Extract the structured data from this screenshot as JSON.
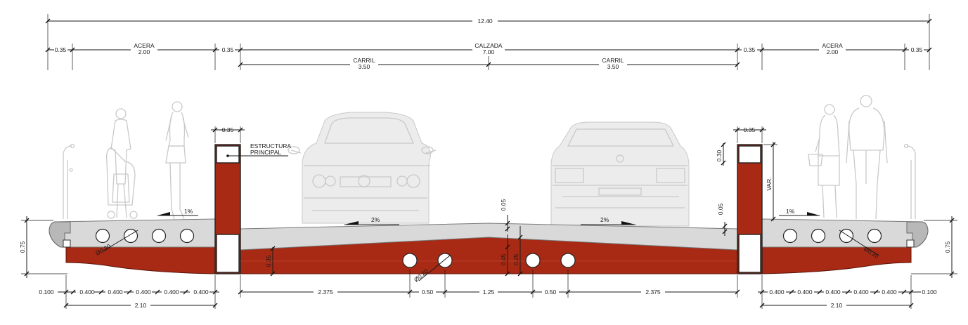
{
  "dimensions": {
    "total": "12.40",
    "left_margin": "0.35",
    "left_sidewalk_label": "ACERA",
    "left_sidewalk_width": "2.00",
    "left_wall": "0.35",
    "roadway_label": "CALZADA",
    "roadway_width": "7.00",
    "right_wall": "0.35",
    "right_sidewalk_label": "ACERA",
    "right_sidewalk_width": "2.00",
    "right_margin": "0.35",
    "lane_left_label": "CARRIL",
    "lane_left_width": "3.50",
    "lane_right_label": "CARRIL",
    "lane_right_width": "3.50",
    "left_beam_width": "0.35",
    "right_beam_width": "0.35",
    "right_beam_top": "0.30",
    "right_beam_var": "VAR.",
    "crown_left": "0.05",
    "crown_right": "0.05",
    "height_left": "0.75",
    "height_right": "0.75",
    "slab_thick": "0.35",
    "center_a": "0.45",
    "center_b": "0.25"
  },
  "annotations": {
    "structure_line1": "ESTRUCTURA",
    "structure_line2": "PRINCIPAL",
    "slope_left_sidewalk": "1%",
    "slope_left_lane": "2%",
    "slope_right_lane": "2%",
    "slope_right_sidewalk": "1%",
    "diam_left": "Ø0.20",
    "diam_center": "Ø0.20",
    "diam_right": "Ø0.20"
  },
  "bottom_left": {
    "edge": "0.100",
    "spacings": [
      "0.400",
      "0.400",
      "0.400",
      "0.400",
      "0.400"
    ],
    "total": "2.10"
  },
  "bottom_center": {
    "spacings": [
      "2.375",
      "0.50",
      "1.25",
      "0.50",
      "2.375"
    ]
  },
  "bottom_right": {
    "spacings": [
      "0.400",
      "0.400",
      "0.400",
      "0.400",
      "0.400"
    ],
    "edge": "0.100",
    "total": "2.10"
  },
  "colors": {
    "concrete_structure": "#a82a14",
    "deck_surface": "#d9d9d9",
    "figures": "#c9c9c9"
  },
  "figures": [
    "pedestrian-with-stroller-icon",
    "pedestrian-woman-icon",
    "car-front-view-icon",
    "car-rear-view-icon",
    "pedestrian-couple-icon",
    "street-lamp-icon"
  ]
}
